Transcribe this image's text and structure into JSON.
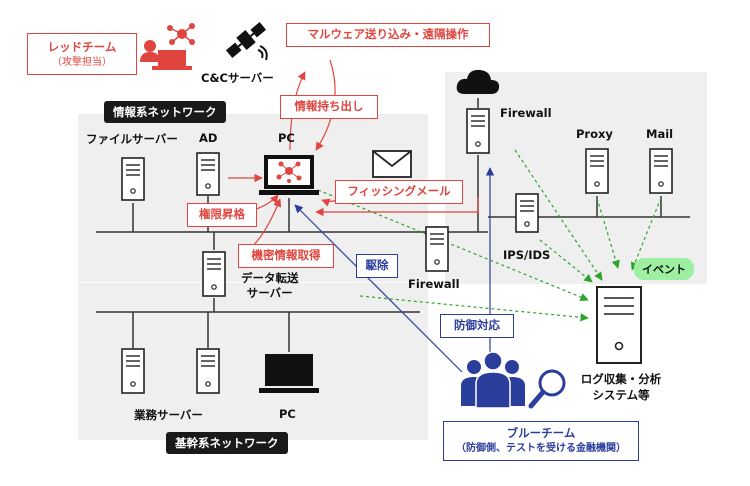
{
  "red_team": {
    "title": "レッドチーム",
    "subtitle": "（攻撃担当）"
  },
  "cc_server": {
    "label": "C&Cサーバー"
  },
  "malware_action": {
    "label": "マルウェア送り込み・遠隔操作"
  },
  "exfiltration": {
    "label": "情報持ち出し"
  },
  "info_network": {
    "label": "情報系ネットワーク"
  },
  "core_network": {
    "label": "基幹系ネットワーク"
  },
  "nodes": {
    "file_server": "ファイルサーバー",
    "ad": "AD",
    "pc_top": "PC",
    "firewall_top": "Firewall",
    "proxy": "Proxy",
    "mail": "Mail",
    "ips_ids": "IPS/IDS",
    "firewall_mid": "Firewall",
    "data_transfer_line1": "データ転送",
    "data_transfer_line2": "サーバー",
    "business_server": "業務サーバー",
    "pc_bottom": "PC",
    "log_system_line1": "ログ収集・分析",
    "log_system_line2": "システム等"
  },
  "attack_steps": {
    "phishing": "フィッシングメール",
    "privilege": "権限昇格",
    "secret_info": "機密情報取得"
  },
  "defense": {
    "elimination": "駆除",
    "response": "防御対応"
  },
  "event": {
    "label": "イベント"
  },
  "blue_team": {
    "title": "ブルーチーム",
    "subtitle": "（防御側、テストを受ける金融機関）"
  },
  "colors": {
    "red": "#e0463f",
    "blue": "#2c3e9c",
    "green": "#2aa52a",
    "panel": "#efefef",
    "dark": "#1a1a1a"
  }
}
